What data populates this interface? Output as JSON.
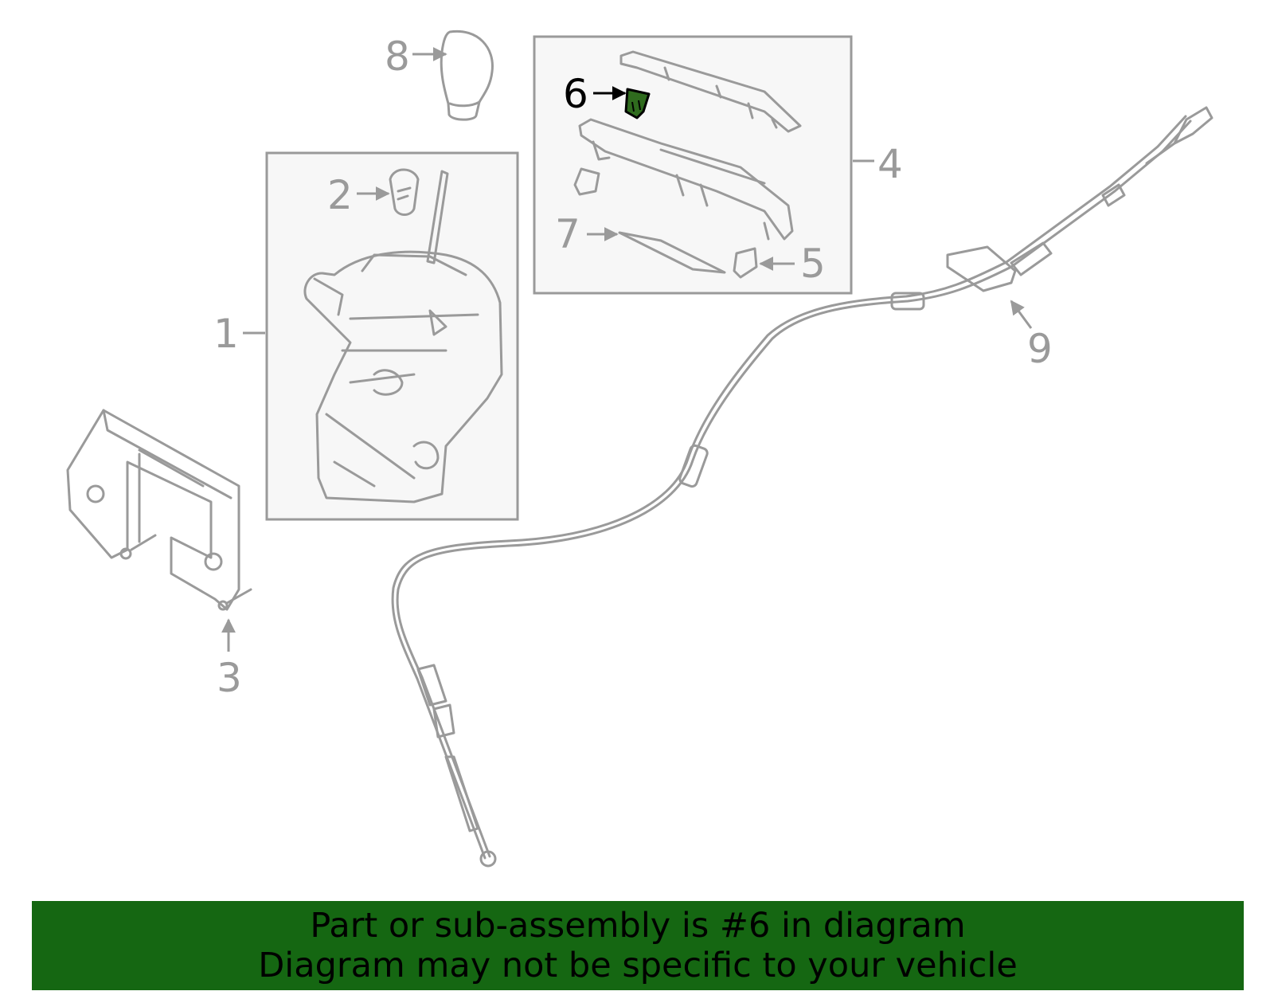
{
  "callouts": {
    "c1": "1",
    "c2": "2",
    "c3": "3",
    "c4": "4",
    "c5": "5",
    "c6": "6",
    "c7": "7",
    "c8": "8",
    "c9": "9"
  },
  "highlighted_part": "6",
  "colors": {
    "line": "#9a9a9a",
    "highlight_fill": "#2f6b1e",
    "banner": "#156712",
    "box_fill": "#f7f7f7"
  },
  "banner": {
    "line1": "Part or sub-assembly is #6 in diagram",
    "line2": "Diagram may not be specific to your vehicle"
  }
}
